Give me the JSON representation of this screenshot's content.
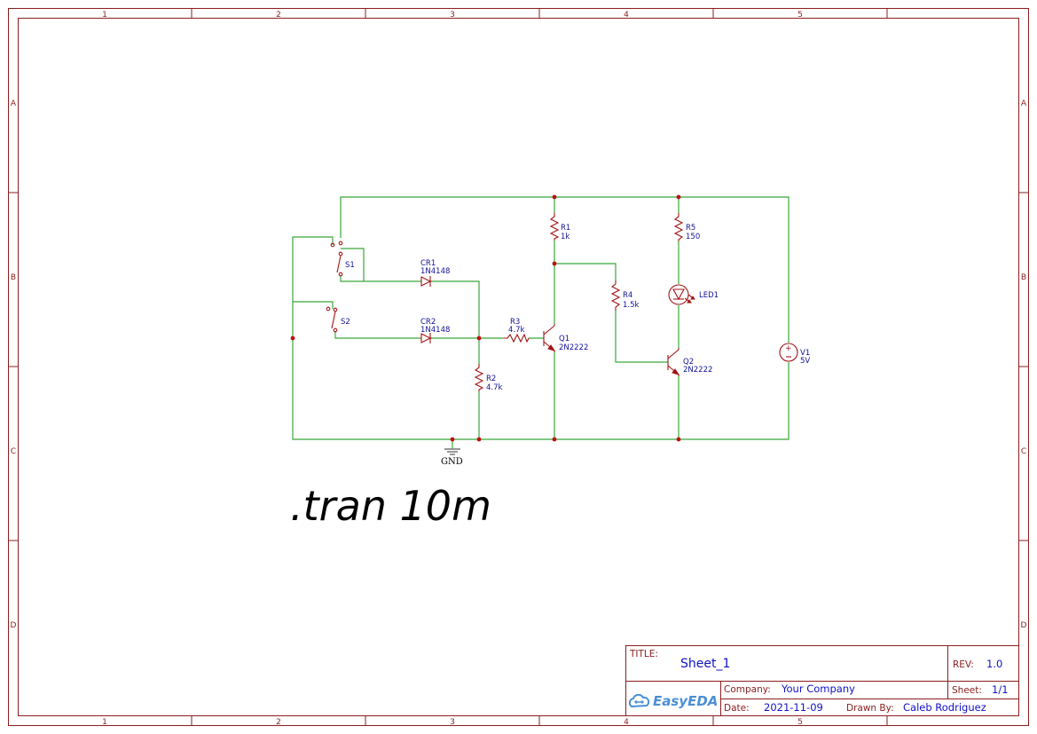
{
  "frame": {
    "columns": [
      "1",
      "2",
      "3",
      "4",
      "5"
    ],
    "rows": [
      "A",
      "B",
      "C",
      "D"
    ]
  },
  "components": {
    "R1": {
      "ref": "R1",
      "value": "1k"
    },
    "R2": {
      "ref": "R2",
      "value": "4.7k"
    },
    "R3": {
      "ref": "R3",
      "value": "4.7k"
    },
    "R4": {
      "ref": "R4",
      "value": "1.5k"
    },
    "R5": {
      "ref": "R5",
      "value": "150"
    },
    "CR1": {
      "ref": "CR1",
      "value": "1N4148"
    },
    "CR2": {
      "ref": "CR2",
      "value": "1N4148"
    },
    "Q1": {
      "ref": "Q1",
      "value": "2N2222"
    },
    "Q2": {
      "ref": "Q2",
      "value": "2N2222"
    },
    "LED1": {
      "ref": "LED1"
    },
    "S1": {
      "ref": "S1"
    },
    "S2": {
      "ref": "S2"
    },
    "V1": {
      "ref": "V1",
      "value": "5V"
    },
    "GND": {
      "label": "GND"
    }
  },
  "directive": ".tran 10m",
  "title_block": {
    "title_label": "TITLE:",
    "title_value": "Sheet_1",
    "rev_label": "REV:",
    "rev_value": "1.0",
    "company_label": "Company:",
    "company_value": "Your Company",
    "sheet_label": "Sheet:",
    "sheet_value": "1/1",
    "date_label": "Date:",
    "date_value": "2021-11-09",
    "drawn_label": "Drawn By:",
    "drawn_value": "Caleb Rodriguez",
    "brand": "EasyEDA"
  },
  "colors": {
    "wire": "#39a839",
    "component": "#a01616",
    "frame": "#8b1d1d",
    "label_text": "#10109a",
    "title_value_text": "#1212c8",
    "brand": "#4a8fd6"
  }
}
